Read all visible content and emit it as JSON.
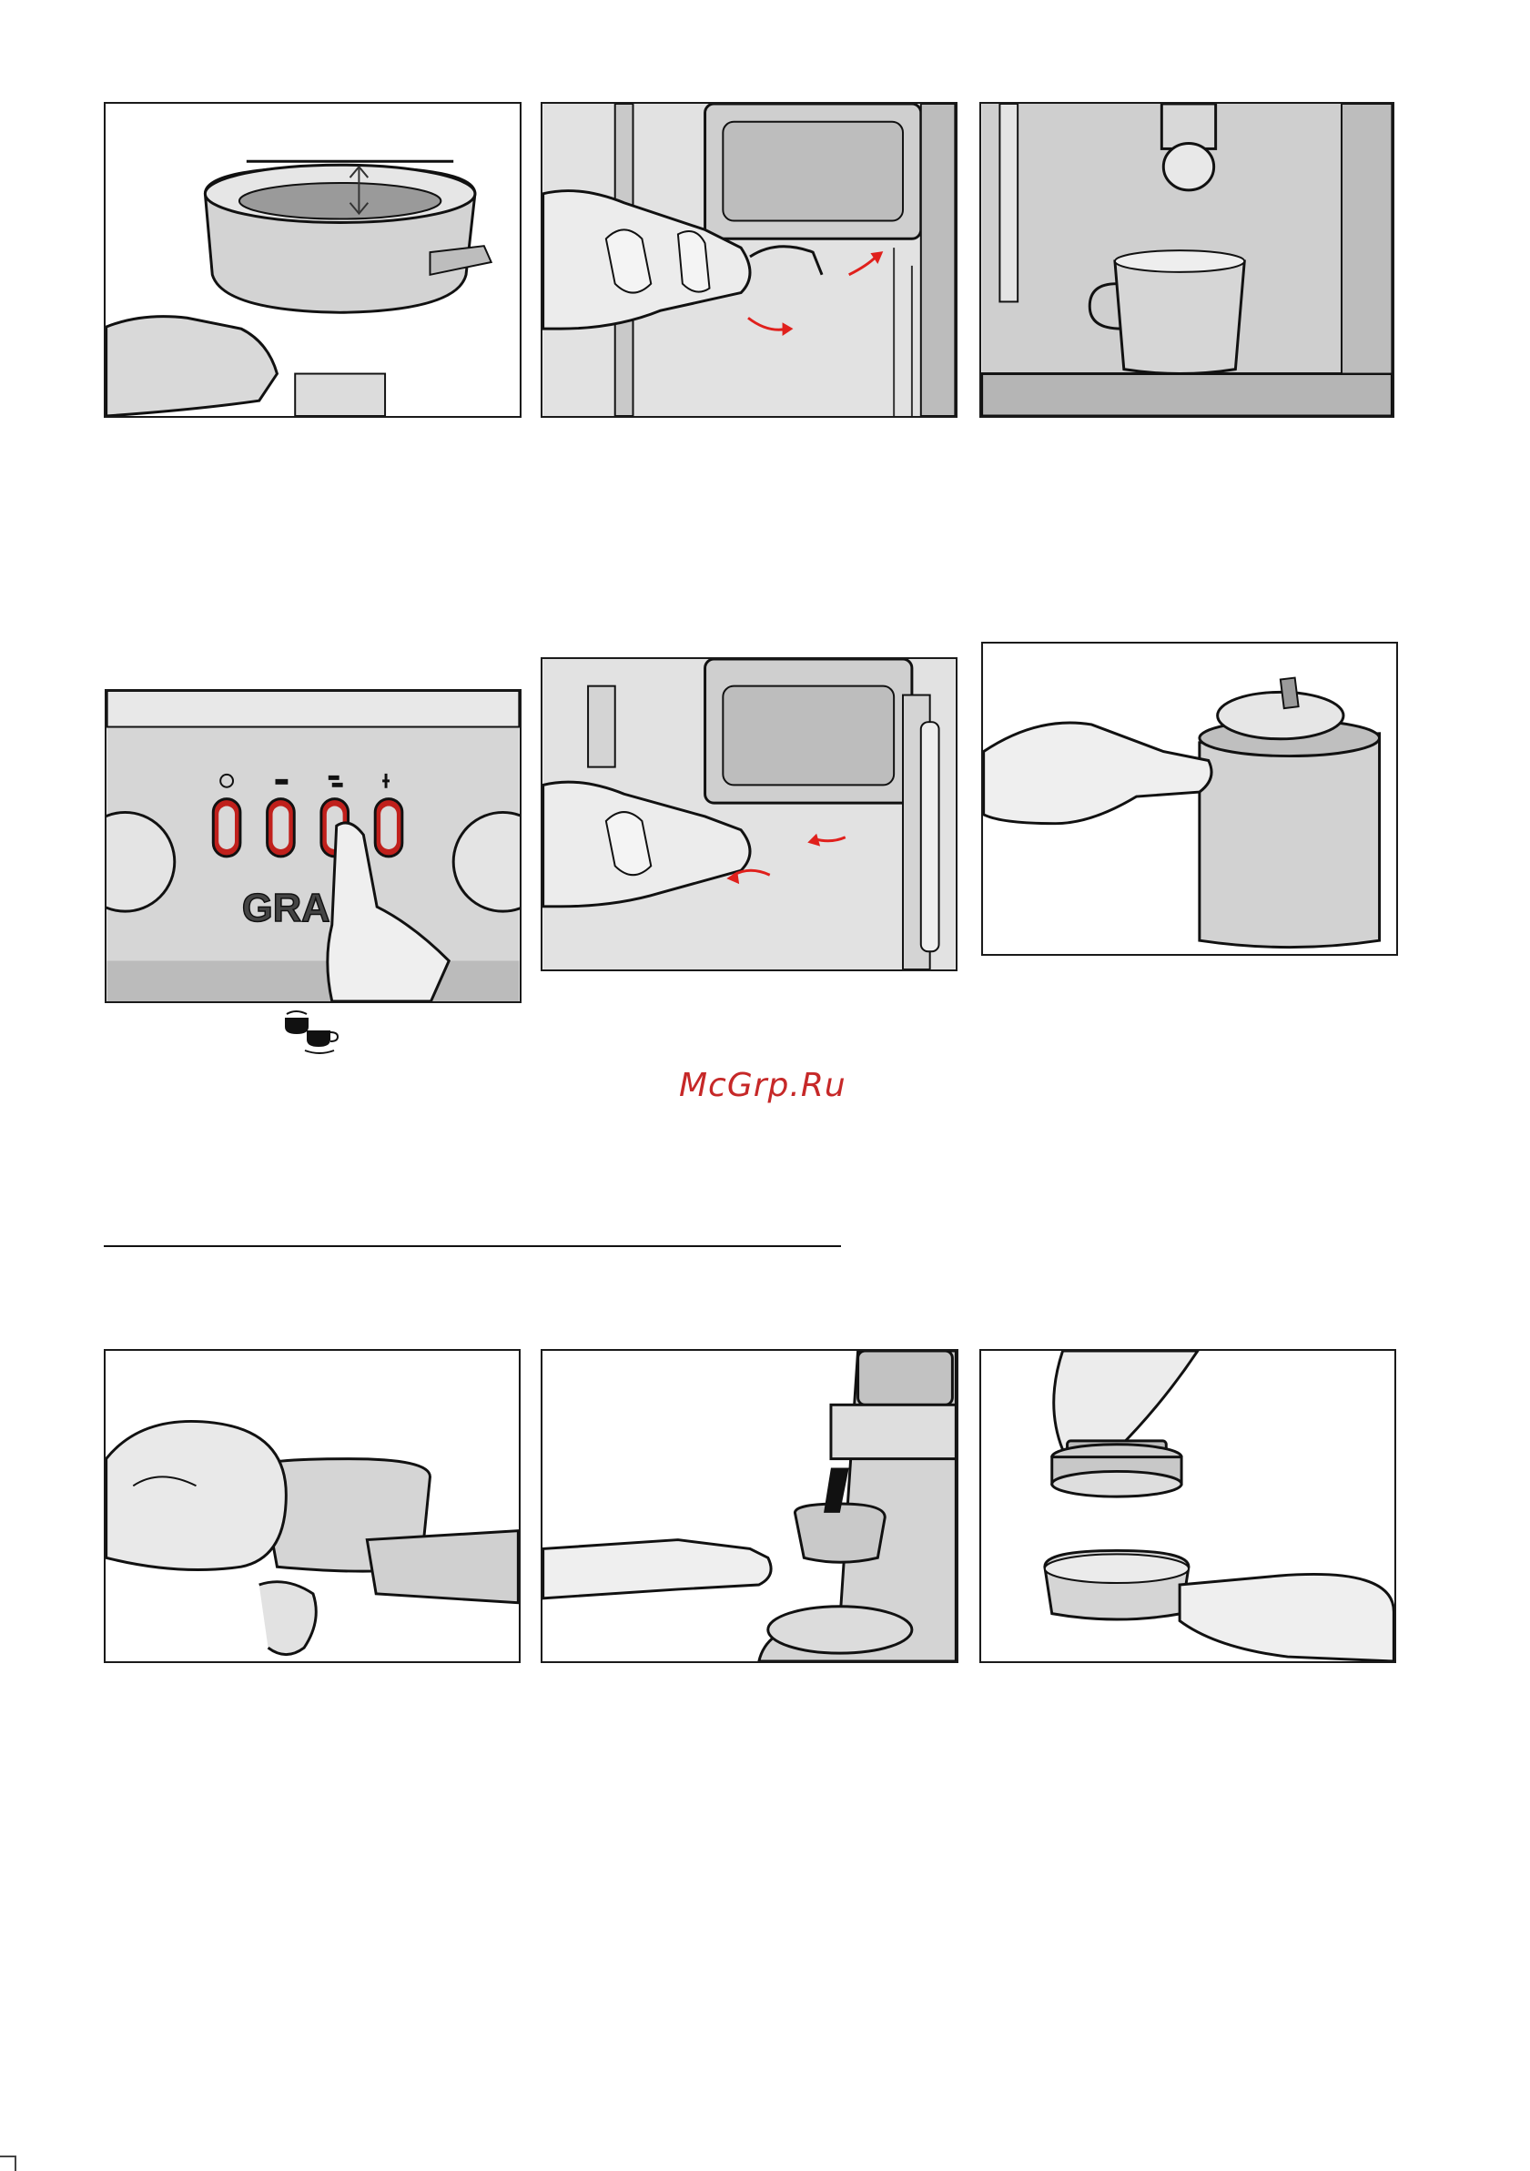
{
  "page": {
    "watermark": "McGrp.Ru",
    "colors": {
      "ink": "#1a1a1a",
      "metal": "#c8c8c8",
      "metal_dark": "#8a8a8a",
      "skin": "#e6e6e6",
      "arrow": "#e0201c",
      "button_red": "#c0201c",
      "watermark": "#c62828"
    }
  },
  "panels": [
    {
      "id": "filter-holder-fill",
      "icon": "portafilter-level-icon"
    },
    {
      "id": "attach-portafilter",
      "icon": "attach-arrows-icon"
    },
    {
      "id": "cup-under-spout",
      "icon": "cup-icon"
    },
    {
      "id": "press-double-cup-button",
      "icon": "control-panel-icon",
      "brand_fragment": "GRA"
    },
    {
      "id": "detach-portafilter",
      "icon": "detach-arrows-icon"
    },
    {
      "id": "empty-portafilter",
      "icon": "knock-out-icon"
    },
    {
      "id": "wipe-filter-holder",
      "icon": "cloth-icon"
    },
    {
      "id": "grind-into-portafilter",
      "icon": "grinder-icon"
    },
    {
      "id": "tamp-coffee",
      "icon": "tamper-icon"
    }
  ],
  "caption_icons": {
    "double_cup": "double-cup-icon"
  }
}
